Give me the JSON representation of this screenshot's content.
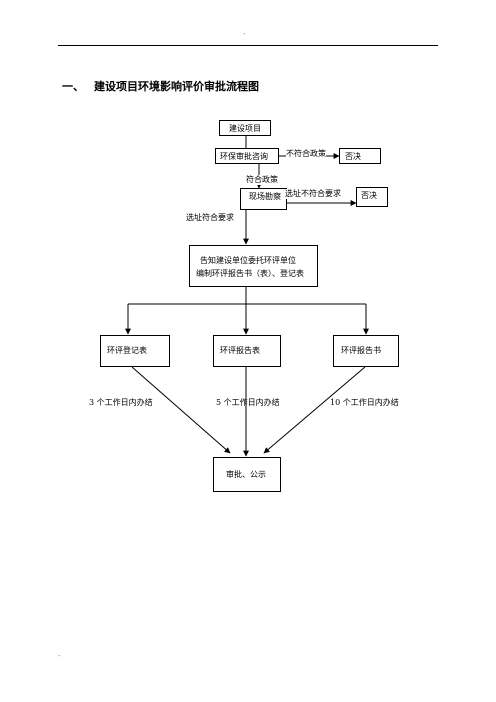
{
  "header": {
    "mark": "-"
  },
  "footer": {
    "mark": "-"
  },
  "title": {
    "number": "一、",
    "text": "建设项目环境影响评价审批流程图"
  },
  "flow": {
    "start": "建设项目",
    "consult": "环保审批咨询",
    "reject_policy_label": "不符合政策",
    "reject_1": "否决",
    "policy_ok_label": "符合政策",
    "survey": "现场勘察",
    "reject_site_label": "选址不符合要求",
    "reject_2": "否决",
    "site_ok_label": "选址符合要求",
    "notify_line1": "告知建设单位委托环评单位",
    "notify_line2": "编制环评报告书（表）、登记表",
    "branches": [
      {
        "name": "环评登记表",
        "time": "3 个工作日内办结"
      },
      {
        "name": "环评报告表",
        "time": "5 个工作日内办结"
      },
      {
        "name": "环评报告书",
        "time": "10 个工作日内办结"
      }
    ],
    "final": "审批、公示"
  }
}
